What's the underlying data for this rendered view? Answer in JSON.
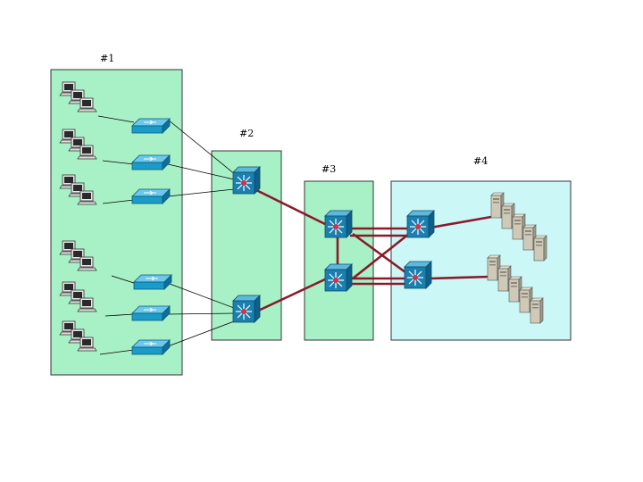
{
  "zones": [
    {
      "id": "1",
      "label": "#1",
      "fill": "#a8f0c6"
    },
    {
      "id": "2",
      "label": "#2",
      "fill": "#a8f0c6"
    },
    {
      "id": "3",
      "label": "#3",
      "fill": "#a8f0c6"
    },
    {
      "id": "4",
      "label": "#4",
      "fill": "#ccf7f7"
    }
  ],
  "colors": {
    "access_switch": "#1b9bc8",
    "multilayer_switch": "#1b7fb0",
    "switch_center": "#d0344a",
    "trunk_link": "#8a1a2a",
    "server": "#cfcab8",
    "pc_screen": "#2a2a2a"
  },
  "devices": {
    "pc_groups": 6,
    "access_switches": 6,
    "distribution_switches": 2,
    "core_switches": 2,
    "server_switches": 2,
    "server_stacks": 2
  },
  "icons": {
    "pc": "pc-icon",
    "access_switch": "workgroup-switch-icon",
    "multilayer_switch": "multilayer-switch-icon",
    "server": "server-icon"
  }
}
